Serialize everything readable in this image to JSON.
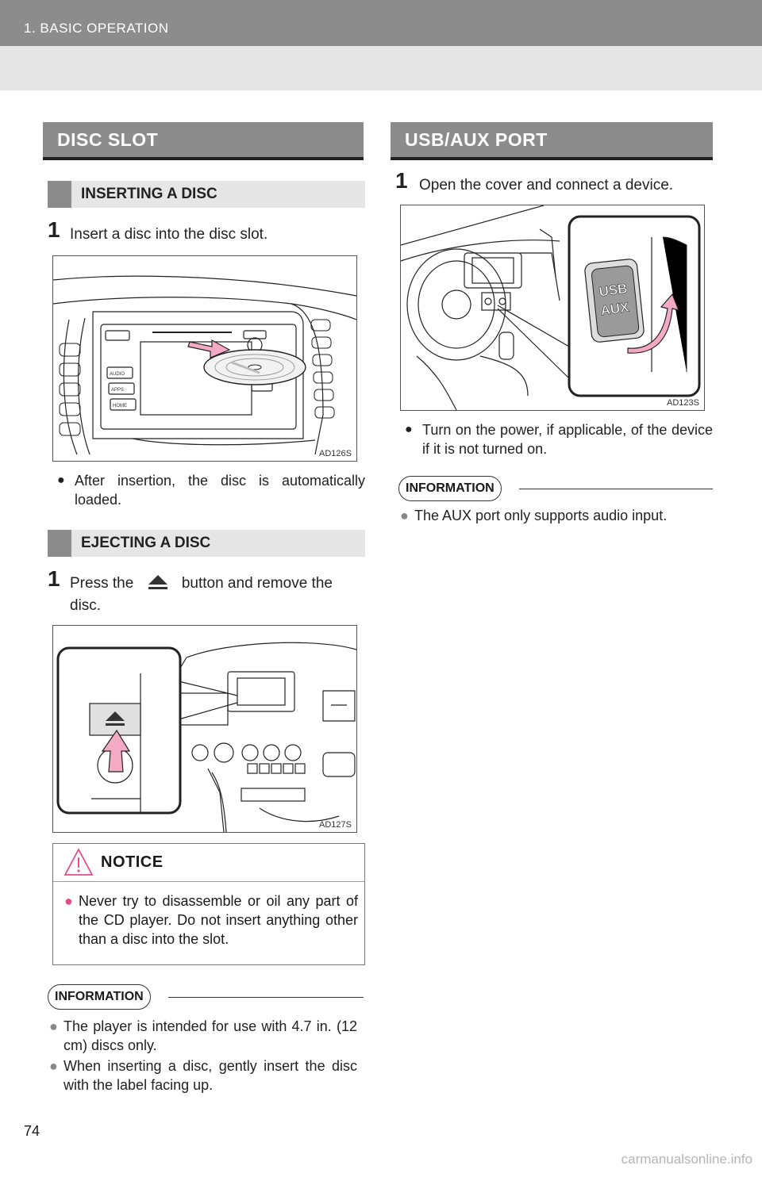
{
  "header": {
    "chapter": "1. BASIC OPERATION"
  },
  "left": {
    "section_title": "DISC SLOT",
    "inserting": {
      "title": "INSERTING A DISC",
      "step_num": "1",
      "step_text": "Insert a disc into the disc slot.",
      "figure_code": "AD126S",
      "bullet": "After insertion, the disc is automatically loaded.",
      "panel_labels": [
        "AUDIO",
        "APPS",
        "HOME"
      ]
    },
    "ejecting": {
      "title": "EJECTING A DISC",
      "step_num": "1",
      "step_text_a": "Press the",
      "step_text_b": "button and remove the",
      "step_text_c": "disc.",
      "figure_code": "AD127S"
    },
    "notice": {
      "title": "NOTICE",
      "item": "Never try to disassemble or oil any part of the CD player. Do not insert anything other than a disc into the slot."
    },
    "information": {
      "label": "INFORMATION",
      "items": [
        "The player is intended for use with 4.7 in. (12 cm) discs only.",
        "When inserting a disc, gently insert the disc with the label facing up."
      ]
    }
  },
  "right": {
    "section_title": "USB/AUX PORT",
    "step_num": "1",
    "step_text": "Open the cover and connect a device.",
    "figure_code": "AD123S",
    "port_labels": [
      "USB",
      "AUX"
    ],
    "bullet": "Turn on the power, if applicable, of the device if it is not turned on.",
    "information": {
      "label": "INFORMATION",
      "items": [
        "The AUX port only supports audio input."
      ]
    }
  },
  "footer": {
    "page_number": "74",
    "watermark": "carmanualsonline.info"
  }
}
